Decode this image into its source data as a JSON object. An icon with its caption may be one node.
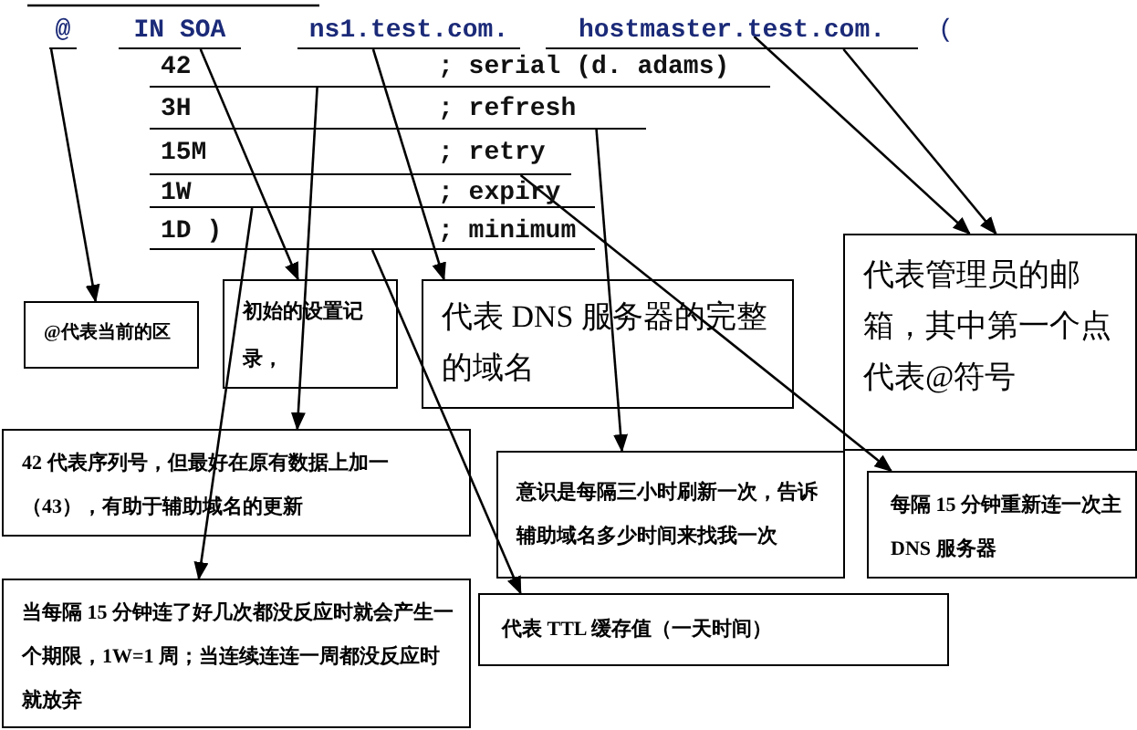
{
  "diagram": {
    "nodes": [
      {
        "text": [
          "@"
        ]
      },
      {
        "text": [
          "IN SOA"
        ]
      },
      {
        "text": [
          "ns1.test.com."
        ]
      },
      {
        "text": [
          "hostmaster.test.com."
        ],
        "beside": [
          "("
        ]
      },
      {
        "text": [
          "42",
          "; serial (d. adams)"
        ]
      },
      {
        "text": [
          "3H",
          "; refresh"
        ]
      },
      {
        "text": [
          "15M",
          "; retry"
        ]
      },
      {
        "text": [
          "1W",
          "; expiry"
        ]
      },
      {
        "text": [
          "1D )",
          "; minimum"
        ]
      },
      {
        "text": [
          "@代表当前的区"
        ]
      },
      {
        "text": [
          "初始的设置记录，"
        ]
      },
      {
        "text": [
          "代表 DNS 服务器的完整的域名"
        ]
      },
      {
        "text": [
          "代表管理员的邮箱，其中第一个点代表@符号"
        ]
      },
      {
        "text": [
          "42 代表序列号，但最好在原有数据上加一（43），有助于辅助域名的更新"
        ]
      },
      {
        "text": [
          "意识是每隔三小时刷新一次，告诉辅助域名多少时间来找我一次"
        ]
      },
      {
        "text": [
          "每隔 15 分钟重新连一次主 DNS 服务器"
        ]
      },
      {
        "text": [
          "当每隔 15 分钟连了好几次都没反应时就会产生一个期限，1W=1 周；当连续连连一周都没反应时就放弃"
        ]
      },
      {
        "text": [
          "代表 TTL 缓存值（一天时间）"
        ]
      }
    ],
    "edges": [
      {
        "from": 0,
        "to": 9,
        "arrow": "to"
      },
      {
        "from": 1,
        "to": 10,
        "arrow": "to"
      },
      {
        "from": 2,
        "to": 11,
        "arrow": "to"
      },
      {
        "from": 3,
        "to": 12,
        "arrow": "to"
      },
      {
        "from": 3,
        "to": 12,
        "arrow": "to"
      },
      {
        "from": 4,
        "to": 13,
        "arrow": "to"
      },
      {
        "from": 5,
        "to": 14,
        "arrow": "to"
      },
      {
        "from": 6,
        "to": 15,
        "arrow": "to"
      },
      {
        "from": 7,
        "to": 16,
        "arrow": "to"
      },
      {
        "from": 8,
        "to": 17,
        "arrow": "to"
      }
    ]
  }
}
